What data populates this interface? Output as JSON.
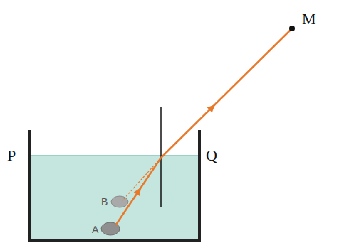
{
  "diagram": {
    "labels": [
      "M",
      "P",
      "Q",
      "B",
      "A"
    ]
  }
}
